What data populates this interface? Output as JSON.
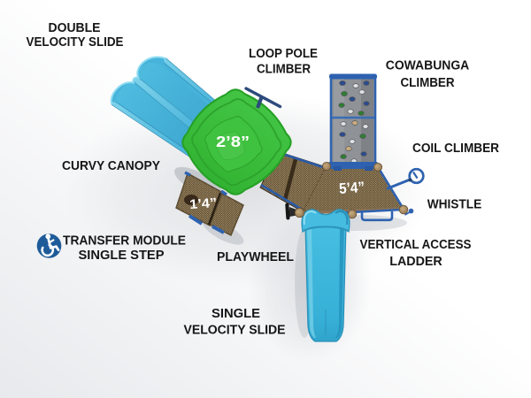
{
  "labels": {
    "double_velocity_slide": {
      "line1": "DOUBLE",
      "line2": "VELOCITY SLIDE"
    },
    "loop_pole_climber": {
      "line1": "LOOP POLE",
      "line2": "CLIMBER"
    },
    "cowabunga_climber": {
      "line1": "COWABUNGA",
      "line2": "CLIMBER"
    },
    "coil_climber": "COIL CLIMBER",
    "curvy_canopy": "CURVY CANOPY",
    "whistle": "WHISTLE",
    "transfer_module": {
      "line1": "TRANSFER MODULE",
      "line2": "SINGLE STEP"
    },
    "playwheel": "PLAYWHEEL",
    "vertical_access_ladder": {
      "line1": "VERTICAL ACCESS",
      "line2": "LADDER"
    },
    "single_velocity_slide": {
      "line1": "SINGLE",
      "line2": "VELOCITY SLIDE"
    }
  },
  "measurements": {
    "canopy_deck_height": "2’8”",
    "transfer_deck_height": "1’4”",
    "main_deck_height": "5’4”"
  },
  "icons": {
    "wheelchair_accessible": "wheelchair-accessible-icon"
  },
  "colors": {
    "label_text": "#161616",
    "measurement_text": "#ffffff",
    "slide_blue": "#47b5dc",
    "canopy_green": "#3cbe3c",
    "deck_brown": "#7a6647",
    "rail_blue": "#2e62b0",
    "wall_gray": "#8f9296",
    "icon_blue": "#1e5b99",
    "background": "#ffffff"
  }
}
